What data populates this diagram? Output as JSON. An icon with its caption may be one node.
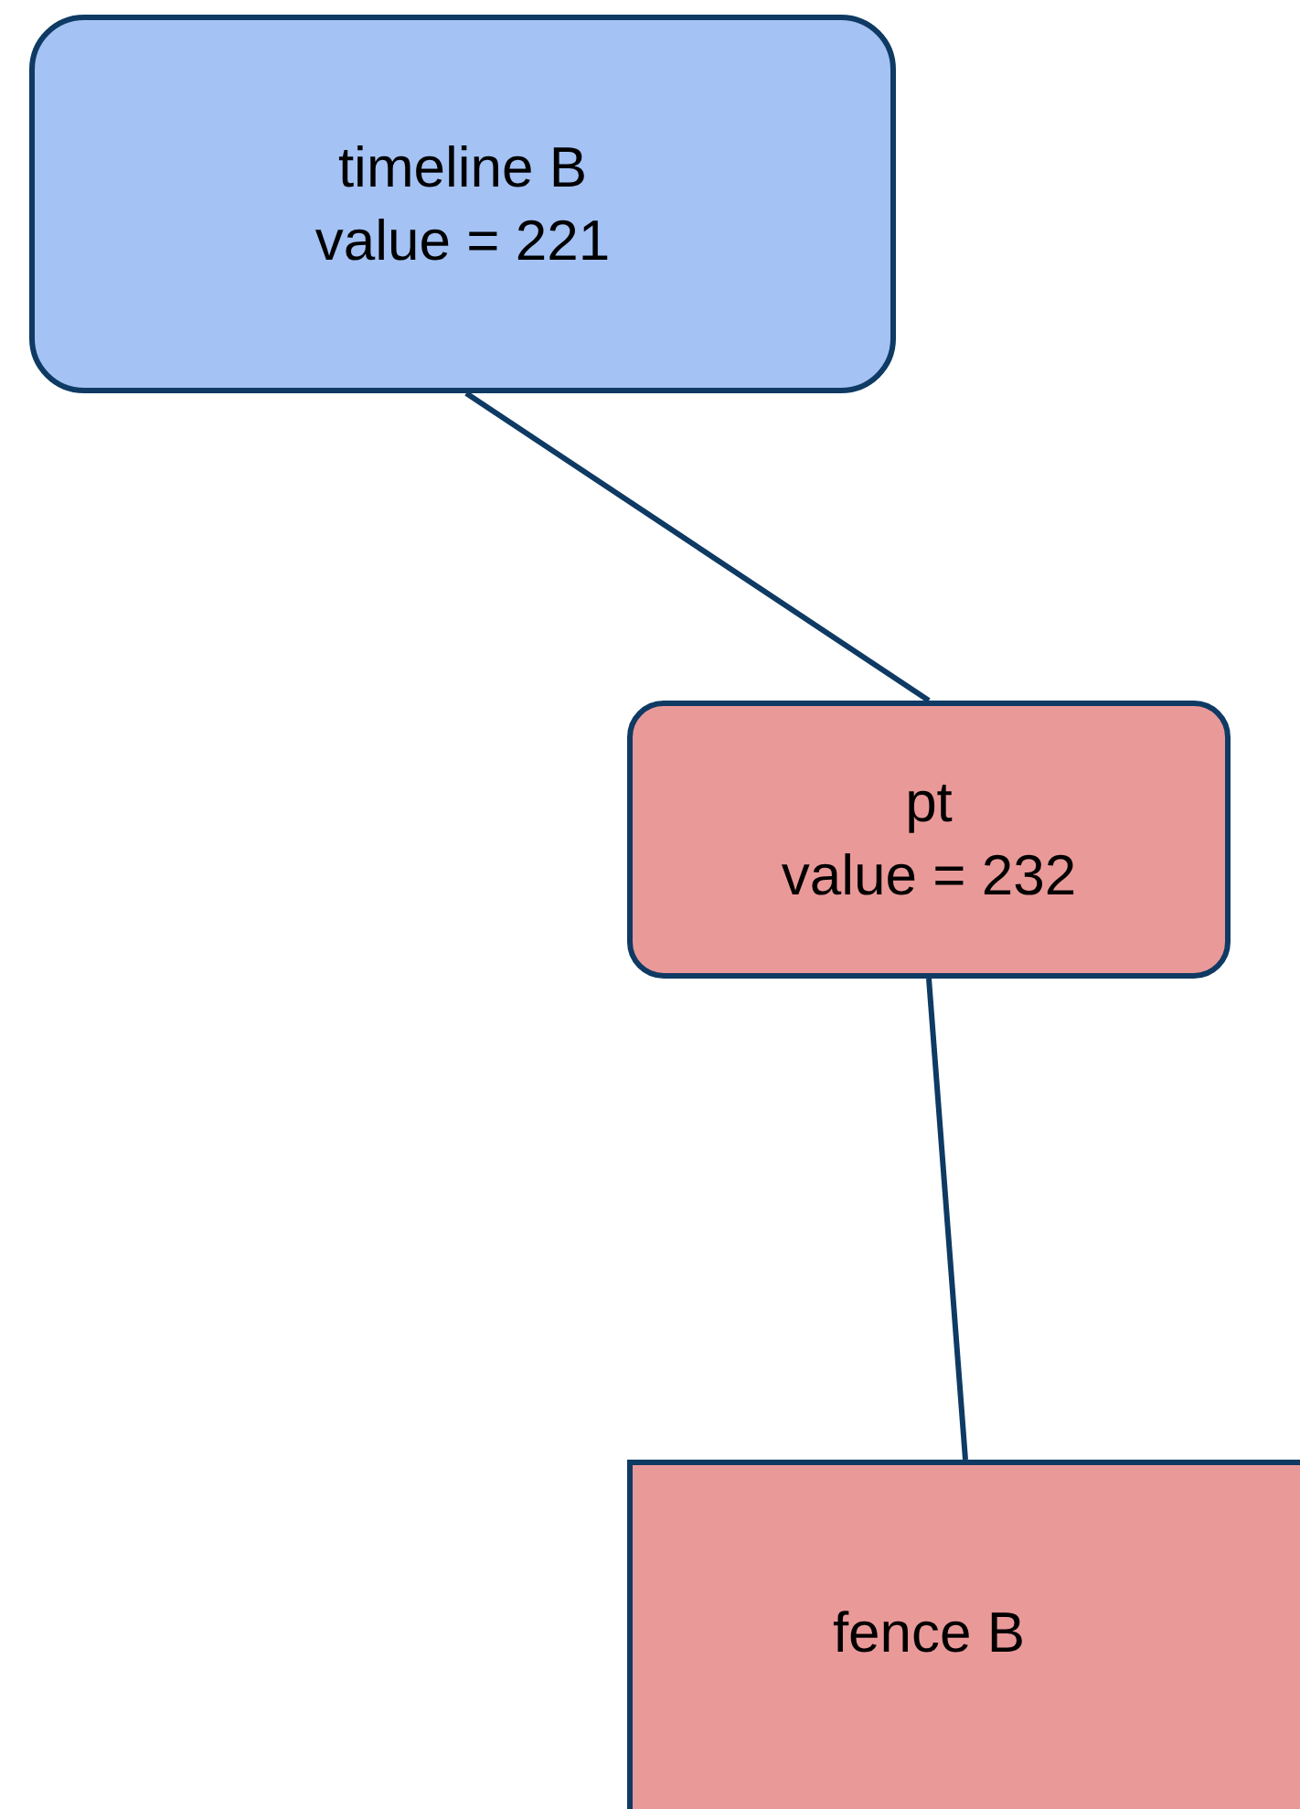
{
  "diagram": {
    "nodes": [
      {
        "text": [
          "timeline B",
          "value = 221"
        ]
      },
      {
        "text": [
          "pt",
          "value = 232"
        ]
      },
      {
        "text": [
          "fence B"
        ]
      }
    ],
    "edges": [
      {
        "from": 0,
        "to": 1,
        "arrow": "none"
      },
      {
        "from": 1,
        "to": 2,
        "arrow": "none"
      }
    ]
  }
}
